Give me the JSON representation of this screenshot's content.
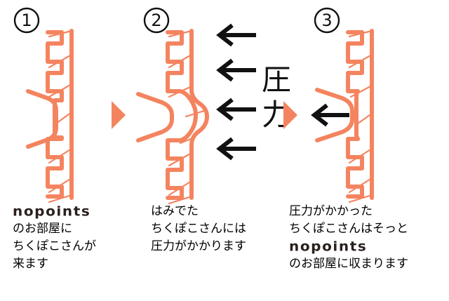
{
  "figure": {
    "title": "chikupoko pressure diagram",
    "background_color": "#ffffff",
    "wall_color": "#f4845f",
    "arrow_color": "#111111",
    "number_color": "#111111",
    "text_color": "#000000",
    "logo_color": "#2a201e"
  },
  "panels": [
    {
      "id": "panel-1",
      "step_number": "①",
      "step_number_plain": "1",
      "description": "chikupoko sitting in a roomy notch of the wall",
      "arrows": [],
      "pressure_label": ""
    },
    {
      "id": "panel-2",
      "step_number": "②",
      "step_number_plain": "2",
      "description": "chikupoko sticking out, wall bulges, pressure applied",
      "arrows": [
        "←",
        "←",
        "←",
        "←"
      ],
      "pressure_label": "圧力",
      "pressure_label_chars": [
        "圧",
        "力"
      ]
    },
    {
      "id": "panel-3",
      "step_number": "③",
      "step_number_plain": "3",
      "description": "chikupoko pressed flat back into the nopoints room",
      "arrows": [
        "←"
      ],
      "pressure_label": ""
    }
  ],
  "separators": [
    {
      "id": "sep-1",
      "icon": "play-triangle-right",
      "color": "#f4845f"
    },
    {
      "id": "sep-2",
      "icon": "play-triangle-right",
      "color": "#f4845f"
    }
  ],
  "captions": [
    {
      "id": "caption-1",
      "lines": [
        {
          "type": "logo",
          "text": "nopoints"
        },
        {
          "type": "text",
          "text": "のお部屋に"
        },
        {
          "type": "text",
          "text": "ちくぽこさんが"
        },
        {
          "type": "text",
          "text": "来ます"
        }
      ]
    },
    {
      "id": "caption-2",
      "lines": [
        {
          "type": "text",
          "text": "はみでた"
        },
        {
          "type": "text",
          "text": "ちくぽこさんには"
        },
        {
          "type": "text",
          "text": "圧力がかかります"
        }
      ]
    },
    {
      "id": "caption-3",
      "lines": [
        {
          "type": "text",
          "text": "圧力がかかった"
        },
        {
          "type": "text",
          "text": "ちくぽこさんはそっと"
        },
        {
          "type": "logo",
          "text": "nopoints"
        },
        {
          "type": "text",
          "text": "のお部屋に収まります"
        }
      ]
    }
  ]
}
